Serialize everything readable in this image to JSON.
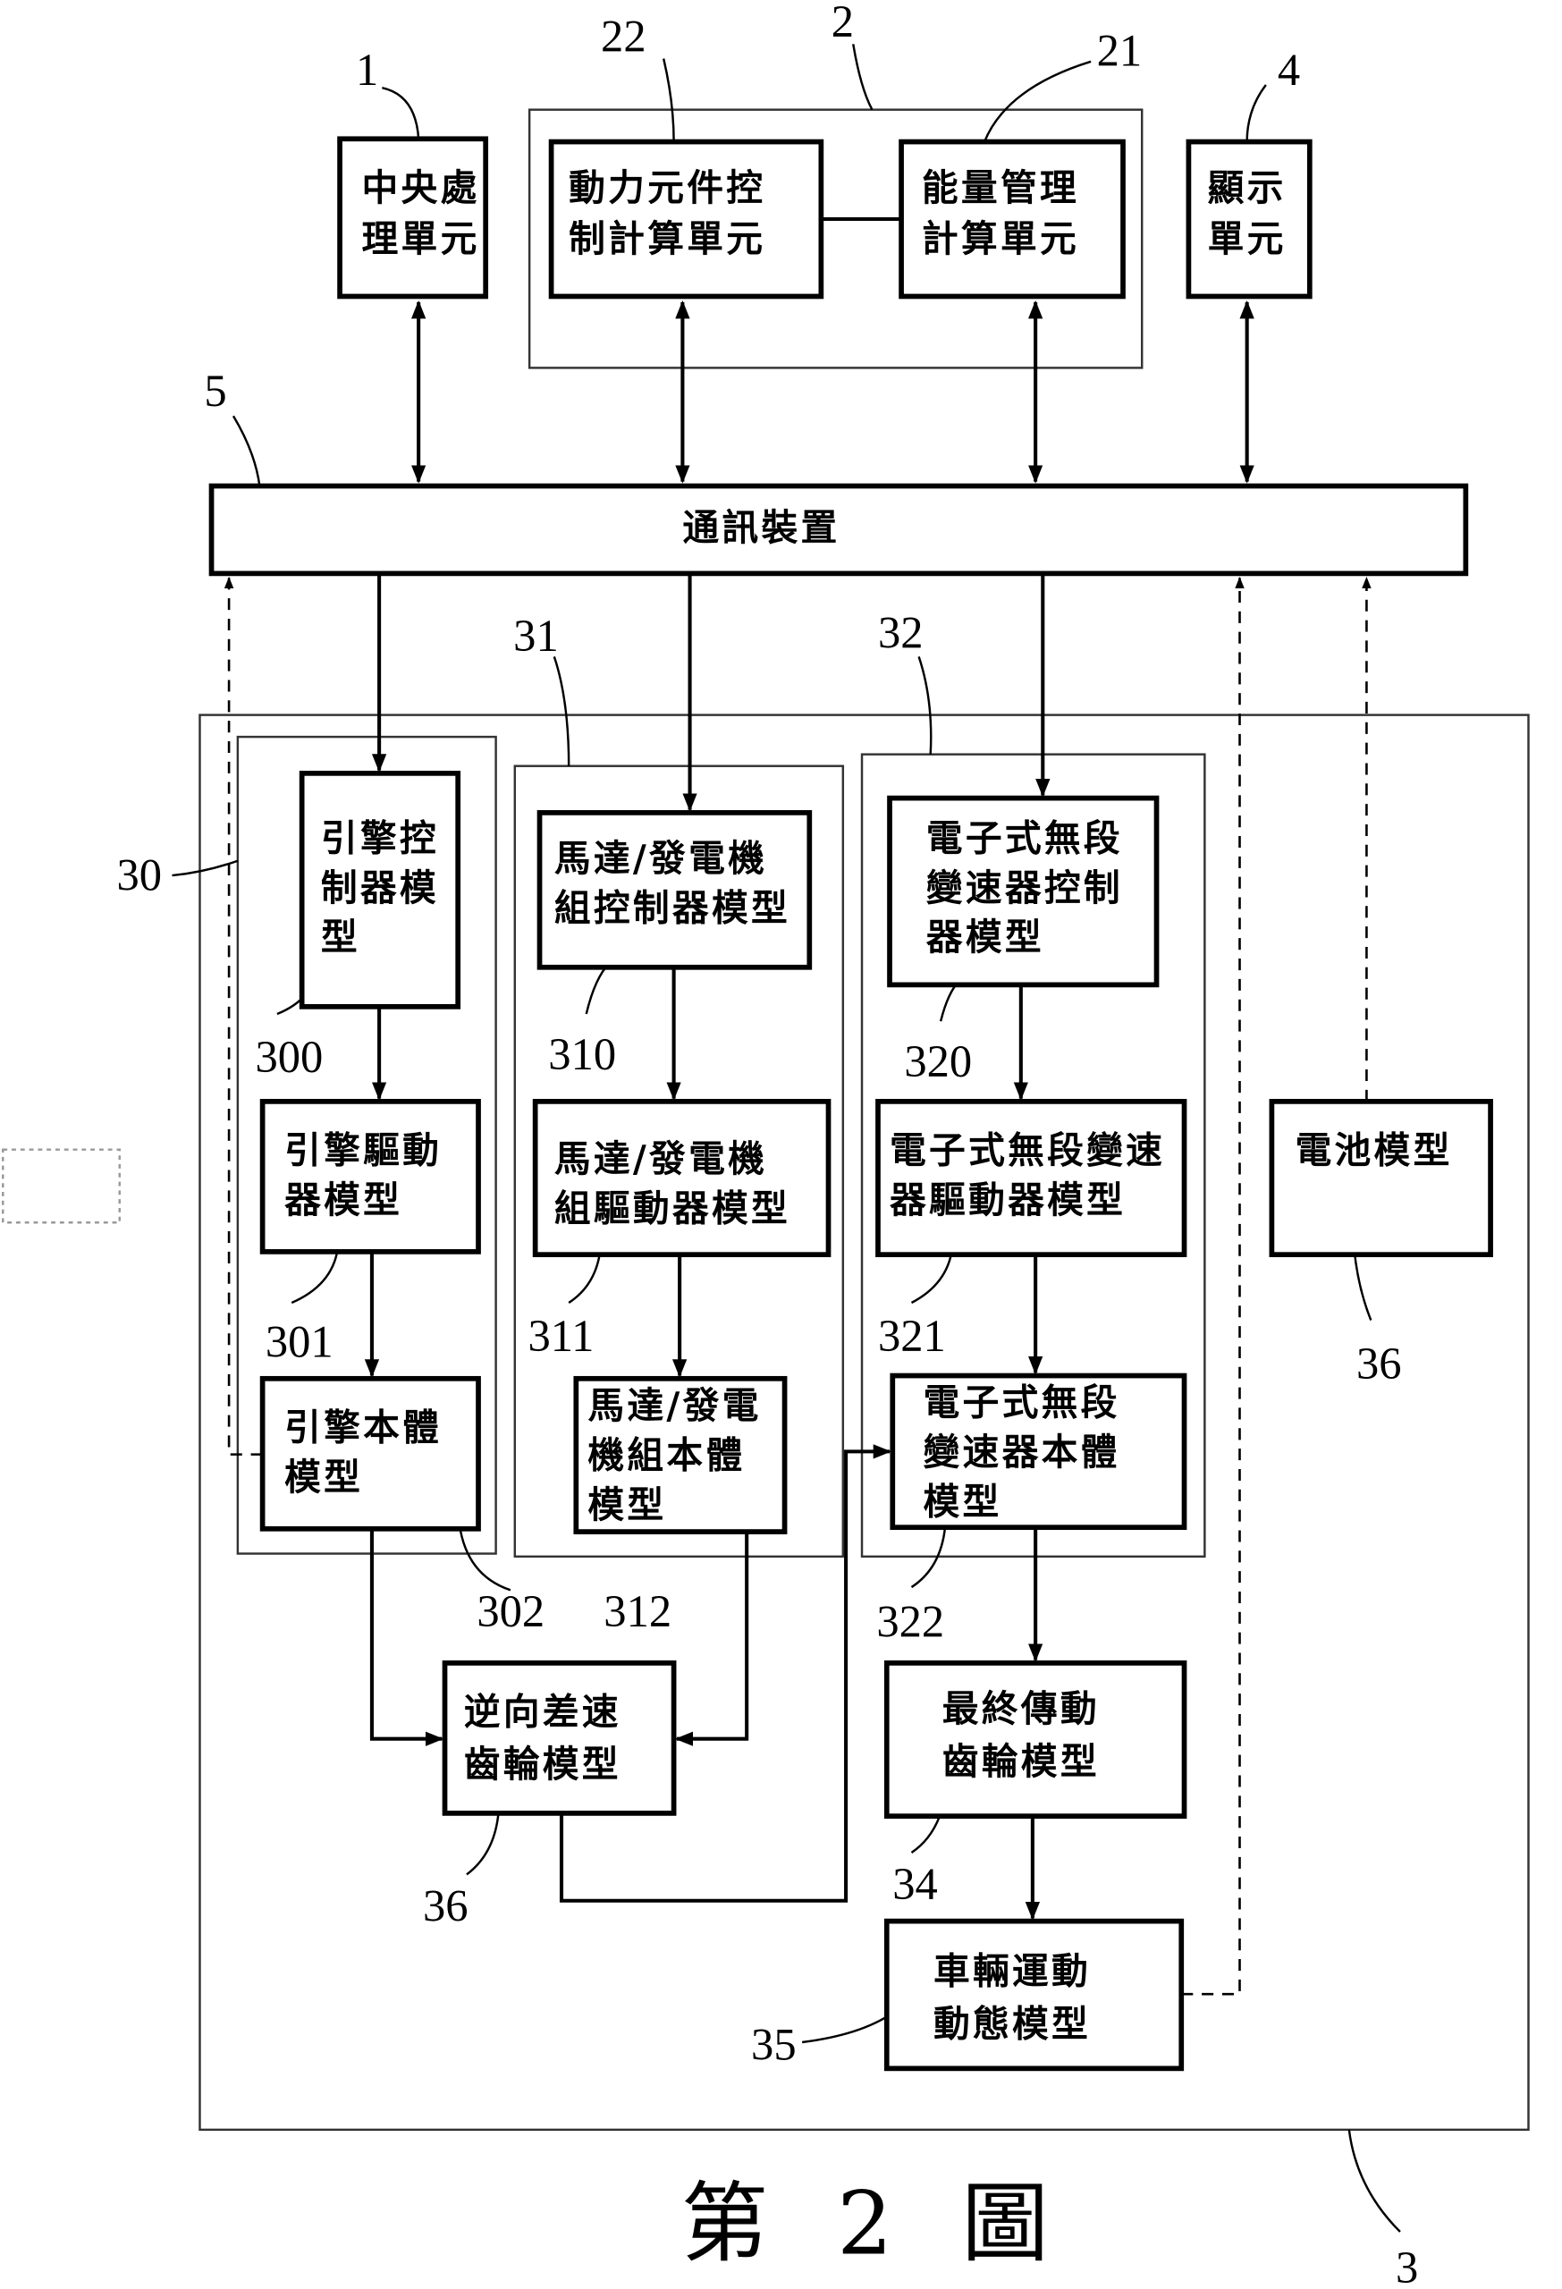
{
  "figure_caption": "第 2 圖",
  "nodes": {
    "cpu": {
      "label": "1",
      "lines": [
        "中央處",
        "理單元"
      ]
    },
    "group2": {
      "label": "2"
    },
    "power_ctrl": {
      "label": "22",
      "lines": [
        "動力元件控",
        "制計算單元"
      ]
    },
    "energy": {
      "label": "21",
      "lines": [
        "能量管理",
        "計算單元"
      ]
    },
    "display": {
      "label": "4",
      "lines": [
        "顯示",
        "單元"
      ]
    },
    "bus": {
      "label": "5",
      "lines": [
        "通訊裝置"
      ]
    },
    "group3": {
      "label": "3"
    },
    "group30": {
      "label": "30"
    },
    "group31": {
      "label": "31"
    },
    "group32": {
      "label": "32"
    },
    "eng_ctrl": {
      "label": "300",
      "lines": [
        "引擎控",
        "制器模",
        "型"
      ]
    },
    "eng_drv": {
      "label": "301",
      "lines": [
        "引擎驅動",
        "器模型"
      ]
    },
    "eng_body": {
      "label": "302",
      "lines": [
        "引擎本體",
        "模型"
      ]
    },
    "mg_ctrl": {
      "label": "310",
      "lines": [
        "馬達/發電機",
        "組控制器模型"
      ]
    },
    "mg_drv": {
      "label": "311",
      "lines": [
        "馬達/發電機",
        "組驅動器模型"
      ]
    },
    "mg_body": {
      "label": "312",
      "lines": [
        "馬達/發電",
        "機組本體",
        "模型"
      ]
    },
    "cvt_ctrl": {
      "label": "320",
      "lines": [
        "電子式無段",
        "變速器控制",
        "器模型"
      ]
    },
    "cvt_drv": {
      "label": "321",
      "lines": [
        "電子式無段變速",
        "器驅動器模型"
      ]
    },
    "cvt_body": {
      "label": "322",
      "lines": [
        "電子式無段",
        "變速器本體",
        "模型"
      ]
    },
    "battery": {
      "label": "36",
      "lines": [
        "電池模型"
      ]
    },
    "rev_gear": {
      "label": "36",
      "lines": [
        "逆向差速",
        "齒輪模型"
      ]
    },
    "final_gear": {
      "label": "34",
      "lines": [
        "最終傳動",
        "齒輪模型"
      ]
    },
    "vehicle": {
      "label": "35",
      "lines": [
        "車輛運動",
        "動態模型"
      ]
    }
  }
}
